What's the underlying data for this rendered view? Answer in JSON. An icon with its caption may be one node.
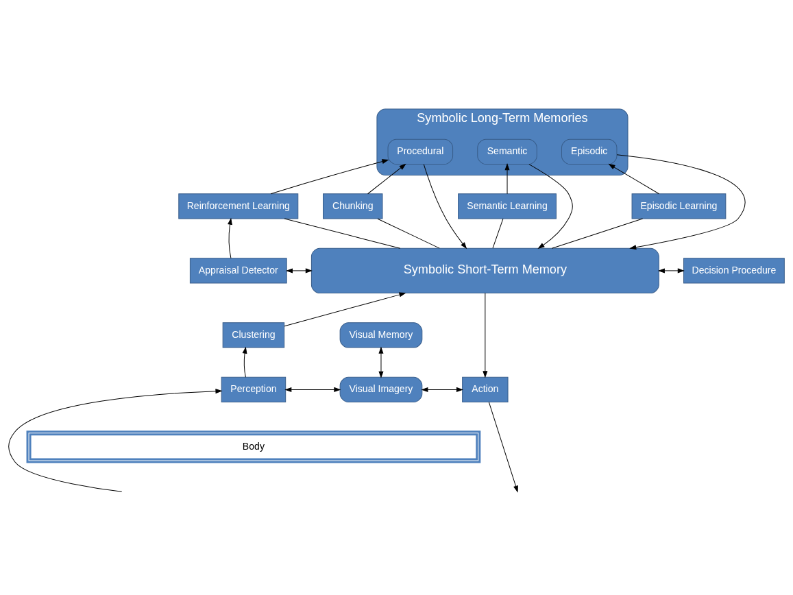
{
  "diagram": {
    "nodes": [
      {
        "text": [
          "Symbolic Long-Term Memories"
        ]
      },
      {
        "text": [
          "Procedural"
        ],
        "in": 0
      },
      {
        "text": [
          "Semantic"
        ],
        "in": 0
      },
      {
        "text": [
          "Episodic"
        ],
        "in": 0
      },
      {
        "text": [
          "Reinforcement Learning"
        ]
      },
      {
        "text": [
          "Chunking"
        ]
      },
      {
        "text": [
          "Semantic Learning"
        ]
      },
      {
        "text": [
          "Episodic Learning"
        ]
      },
      {
        "text": [
          "Appraisal Detector"
        ]
      },
      {
        "text": [
          "Symbolic Short-Term Memory"
        ]
      },
      {
        "text": [
          "Decision Procedure"
        ]
      },
      {
        "text": [
          "Clustering"
        ]
      },
      {
        "text": [
          "Visual Memory"
        ]
      },
      {
        "text": [
          "Perception"
        ]
      },
      {
        "text": [
          "Visual Imagery"
        ]
      },
      {
        "text": [
          "Action"
        ]
      },
      {
        "text": [
          "Body"
        ]
      }
    ],
    "edges": [
      {
        "from": 8,
        "to": 4,
        "arrow": "to"
      },
      {
        "from": 4,
        "to": 1,
        "arrow": "to"
      },
      {
        "from": 9,
        "to": 4,
        "arrow": "none"
      },
      {
        "from": 1,
        "to": 9,
        "arrow": "to"
      },
      {
        "from": 9,
        "to": 5,
        "arrow": "none"
      },
      {
        "from": 5,
        "to": 1,
        "arrow": "to"
      },
      {
        "from": 2,
        "to": 9,
        "arrow": "to"
      },
      {
        "from": 9,
        "to": 6,
        "arrow": "none"
      },
      {
        "from": 6,
        "to": 2,
        "arrow": "to"
      },
      {
        "from": 3,
        "to": 9,
        "arrow": "to"
      },
      {
        "from": 9,
        "to": 7,
        "arrow": "none"
      },
      {
        "from": 7,
        "to": 3,
        "arrow": "to"
      },
      {
        "from": 8,
        "to": 9,
        "arrow": "both"
      },
      {
        "from": 9,
        "to": 10,
        "arrow": "both"
      },
      {
        "from": 11,
        "to": 9,
        "arrow": "to"
      },
      {
        "from": 13,
        "to": 11,
        "arrow": "to"
      },
      {
        "from": 12,
        "to": 14,
        "arrow": "both"
      },
      {
        "from": 13,
        "to": 14,
        "arrow": "both"
      },
      {
        "from": 14,
        "to": 15,
        "arrow": "both"
      },
      {
        "from": 9,
        "to": 15,
        "arrow": "to"
      },
      {
        "from": null,
        "to": 13,
        "arrow": "to"
      },
      {
        "from": 15,
        "to": null,
        "arrow": "to"
      }
    ]
  }
}
